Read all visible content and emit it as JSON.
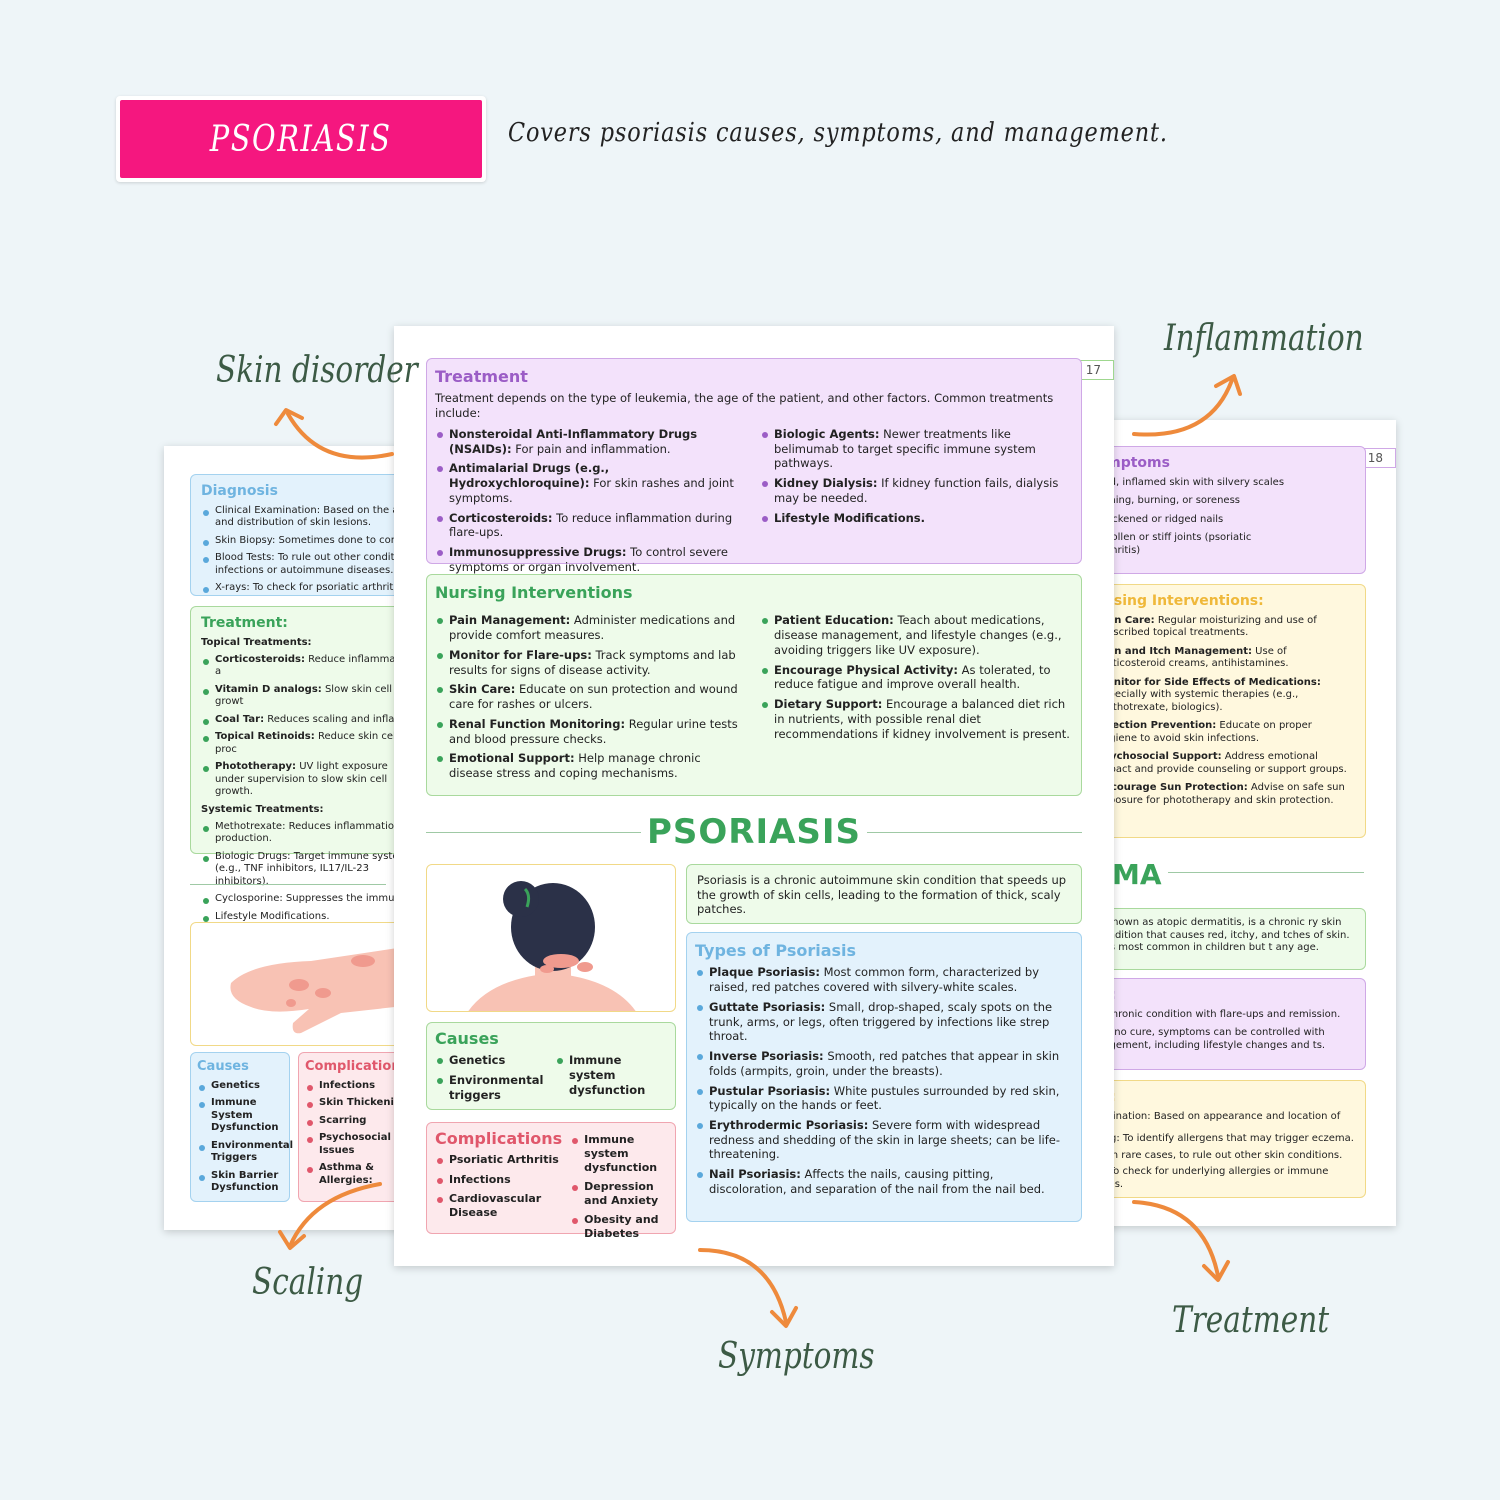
{
  "header": {
    "banner": "PSORIASIS",
    "tagline": "Covers psoriasis causes, symptoms, and management."
  },
  "callouts": {
    "skin_disorder": "Skin disorder",
    "inflammation": "Inflammation",
    "scaling": "Scaling",
    "symptoms": "Symptoms",
    "treatment": "Treatment"
  },
  "colors": {
    "banner": "#f5177f",
    "accent_green": "#3aa35a",
    "arrow_orange": "#ee8a3c",
    "callout_text": "#3c5a45"
  },
  "main_page": {
    "page_number": "17",
    "treatment": {
      "title": "Treatment",
      "intro": "Treatment depends on the type of leukemia, the age of the patient, and other factors. Common treatments include:",
      "left": [
        {
          "b": "Nonsteroidal Anti-Inflammatory Drugs (NSAIDs):",
          "t": " For pain and inflammation."
        },
        {
          "b": "Antimalarial Drugs (e.g., Hydroxychloroquine):",
          "t": " For skin rashes and joint symptoms."
        },
        {
          "b": "Corticosteroids:",
          "t": " To reduce inflammation during flare-ups."
        },
        {
          "b": "Immunosuppressive Drugs:",
          "t": " To control severe symptoms or organ involvement."
        }
      ],
      "right": [
        {
          "b": "Biologic Agents:",
          "t": " Newer treatments like belimumab to target specific immune system pathways."
        },
        {
          "b": "Kidney Dialysis:",
          "t": " If kidney function fails, dialysis may be needed."
        },
        {
          "b": "Lifestyle Modifications.",
          "t": ""
        }
      ]
    },
    "nursing": {
      "title": "Nursing Interventions",
      "left": [
        {
          "b": "Pain Management:",
          "t": " Administer medications and provide comfort measures."
        },
        {
          "b": "Monitor for Flare-ups:",
          "t": " Track symptoms and lab results for signs of disease activity."
        },
        {
          "b": "Skin Care:",
          "t": " Educate on sun protection and wound care for rashes or ulcers."
        },
        {
          "b": "Renal Function Monitoring:",
          "t": " Regular urine tests and blood pressure checks."
        },
        {
          "b": "Emotional Support:",
          "t": " Help manage chronic disease stress and coping mechanisms."
        }
      ],
      "right": [
        {
          "b": "Patient Education:",
          "t": " Teach about medications, disease management, and lifestyle changes (e.g., avoiding triggers like UV exposure)."
        },
        {
          "b": "Encourage Physical Activity:",
          "t": " As tolerated, to reduce fatigue and improve overall health."
        },
        {
          "b": "Dietary Support:",
          "t": " Encourage a balanced diet rich in nutrients, with possible renal diet recommendations if kidney involvement is present."
        }
      ]
    },
    "section_title": "PSORIASIS",
    "definition": "Psoriasis is a chronic autoimmune skin condition that speeds up the growth of skin cells, leading to the formation of thick, scaly patches.",
    "causes": {
      "title": "Causes",
      "left": [
        "Genetics",
        "Environmental triggers"
      ],
      "right": [
        "Immune system dysfunction"
      ]
    },
    "complications": {
      "title": "Complications",
      "left": [
        "Psoriatic Arthritis",
        "Infections",
        "Cardiovascular Disease"
      ],
      "right": [
        "Immune system dysfunction",
        "Depression and Anxiety",
        "Obesity and Diabetes"
      ]
    },
    "types": {
      "title": "Types of Psoriasis",
      "items": [
        {
          "b": "Plaque Psoriasis:",
          "t": " Most common form, characterized by raised, red patches covered with silvery-white scales."
        },
        {
          "b": "Guttate Psoriasis:",
          "t": " Small, drop-shaped, scaly spots on the trunk, arms, or legs, often triggered by infections like strep throat."
        },
        {
          "b": "Inverse Psoriasis:",
          "t": " Smooth, red patches that appear in skin folds (armpits, groin, under the breasts)."
        },
        {
          "b": "Pustular Psoriasis:",
          "t": " White pustules surrounded by red skin, typically on the hands or feet."
        },
        {
          "b": "Erythrodermic Psoriasis:",
          "t": " Severe form with widespread redness and shedding of the skin in large sheets; can be life-threatening."
        },
        {
          "b": "Nail Psoriasis:",
          "t": " Affects the nails, causing pitting, discoloration, and separation of the nail from the nail bed."
        }
      ]
    }
  },
  "left_page": {
    "diagnosis": {
      "title": "Diagnosis",
      "items": [
        "Clinical Examination: Based on the app and distribution of skin lesions.",
        "Skin Biopsy: Sometimes done to confirm",
        "Blood Tests: To rule out other conditions infections or autoimmune diseases.",
        "X-rays: To check for psoriatic arthritis."
      ]
    },
    "treatment": {
      "title": "Treatment:",
      "topical_label": "Topical Treatments:",
      "topical": [
        {
          "b": "Corticosteroids:",
          "t": " Reduce inflammation a"
        },
        {
          "b": "Vitamin D analogs:",
          "t": " Slow skin cell growt"
        },
        {
          "b": "Coal Tar:",
          "t": " Reduces scaling and inflamm"
        },
        {
          "b": "Topical Retinoids:",
          "t": " Reduce skin cell proc"
        },
        {
          "b": "Phototherapy:",
          "t": " UV light exposure under supervision to slow skin cell growth."
        }
      ],
      "systemic_label": "Systemic Treatments:",
      "systemic": [
        "Methotrexate: Reduces inflammation ar production.",
        "Biologic Drugs: Target immune system (e.g., TNF inhibitors, IL17/IL-23 inhibitors).",
        "Cyclosporine: Suppresses the immune s",
        "Lifestyle Modifications."
      ]
    },
    "causes": {
      "title": "Causes",
      "items": [
        "Genetics",
        "Immune System Dysfunction",
        "Environmental Triggers",
        "Skin Barrier Dysfunction"
      ]
    },
    "complications": {
      "title": "Complication",
      "items": [
        "Infections",
        "Skin Thickening",
        "Scarring",
        "Psychosocial Issues",
        "Asthma & Allergies:"
      ]
    }
  },
  "right_page": {
    "page_number": "18",
    "symptoms": {
      "title": "ymptoms",
      "items": [
        "Red, inflamed skin with silvery scales",
        "Itching, burning, or soreness",
        "Thickened or ridged nails",
        "Swollen or stiff joints (psoriatic arthritis)"
      ]
    },
    "nursing": {
      "title": "ursing Interventions:",
      "items": [
        {
          "b": "Skin Care:",
          "t": " Regular moisturizing and use of prescribed topical treatments."
        },
        {
          "b": "Pain and Itch Management:",
          "t": " Use of corticosteroid creams, antihistamines."
        },
        {
          "b": "Monitor for Side Effects of Medications:",
          "t": " Especially with systemic therapies (e.g., methotrexate, biologics)."
        },
        {
          "b": "Infection Prevention:",
          "t": " Educate on proper hygiene to avoid skin infections."
        },
        {
          "b": "Psychosocial Support:",
          "t": " Address emotional impact and provide counseling or support groups."
        },
        {
          "b": "Encourage Sun Protection:",
          "t": " Advise on safe sun exposure for phototherapy and skin protection."
        }
      ]
    },
    "section_title": "MA",
    "definition": "o known as atopic dermatitis, is a chronic ry skin condition that causes red, itchy, and tches of skin. It is most common in children but t any age.",
    "box2": {
      "title": "is:",
      "lines": [
        "a chronic condition with flare-ups and remission.",
        "e's no cure, symptoms can be controlled with nagement, including lifestyle changes and ts."
      ]
    },
    "box3": {
      "title": "is:",
      "lines": [
        "amination: Based on appearance and location of",
        "ting: To identify allergens that may trigger eczema.",
        "y: In rare cases, to rule out other skin conditions.",
        "s: To check for underlying allergies or immune sues."
      ]
    }
  }
}
